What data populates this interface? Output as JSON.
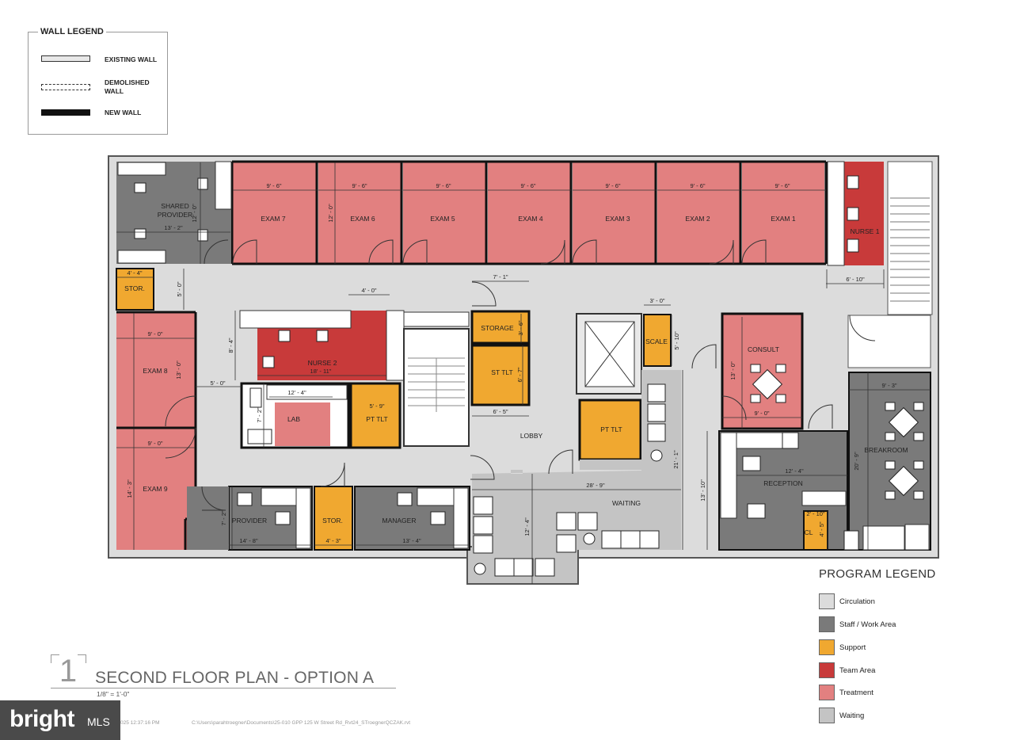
{
  "wall_legend": {
    "title": "WALL LEGEND",
    "existing": "EXISTING WALL",
    "demolished_1": "DEMOLISHED",
    "demolished_2": "WALL",
    "new": "NEW WALL"
  },
  "program_legend": {
    "title": "PROGRAM LEGEND",
    "items": [
      {
        "label": "Circulation",
        "color": "#dcdcdc"
      },
      {
        "label": "Staff / Work Area",
        "color": "#7a7a7a"
      },
      {
        "label": "Support",
        "color": "#f0a830"
      },
      {
        "label": "Team Area",
        "color": "#c83a3a"
      },
      {
        "label": "Treatment",
        "color": "#e28080"
      },
      {
        "label": "Waiting",
        "color": "#c4c4c4"
      }
    ]
  },
  "title_block": {
    "number": "1",
    "title": "SECOND FLOOR PLAN - OPTION A",
    "scale": "1/8\" = 1'-0\"",
    "date": "025 12:37:16 PM",
    "path": "C:\\Users\\parahtroegner\\Documents\\25-010 GPP 125 W Street Rd_Rvt24_STroegnerQCZAK.rvt"
  },
  "logo": {
    "brand": "bright",
    "suffix": "MLS"
  },
  "rooms": {
    "exam1": "EXAM 1",
    "exam2": "EXAM 2",
    "exam3": "EXAM 3",
    "exam4": "EXAM 4",
    "exam5": "EXAM 5",
    "exam6": "EXAM 6",
    "exam7": "EXAM 7",
    "exam8": "EXAM 8",
    "exam9": "EXAM 9",
    "nurse1": "NURSE 1",
    "nurse2": "NURSE 2",
    "shared_1": "SHARED",
    "shared_2": "PROVIDER",
    "stor": "STOR.",
    "storage": "STORAGE",
    "st_tlt": "ST TLT",
    "pt_tlt": "PT TLT",
    "lab": "LAB",
    "lobby": "LOBBY",
    "scale": "SCALE",
    "consult": "CONSULT",
    "breakroom": "BREAKROOM",
    "reception": "RECEPTION",
    "waiting": "WAITING",
    "provider": "PROVIDER",
    "manager": "MANAGER",
    "cl": "CL"
  },
  "dims": {
    "d9_6": "9' - 6\"",
    "d12_0": "12' - 0\"",
    "d13_2": "13' - 2\"",
    "d4_4": "4' - 4\"",
    "d5_0": "5' - 0\"",
    "d4_0": "4' - 0\"",
    "d7_1": "7' - 1\"",
    "d3_0": "3' - 0\"",
    "d6_10": "6' - 10\"",
    "d8_4": "8' - 4\"",
    "d18_11": "18' - 11\"",
    "d9_0": "9' - 0\"",
    "d13_0": "13' - 0\"",
    "d12_4": "12' - 4\"",
    "d7_2": "7' - 2\"",
    "d5_9": "5' - 9\"",
    "d3_6": "3' - 6\"",
    "d6_7": "6' - 7\"",
    "d6_5": "6' - 5\"",
    "d5_10": "5' - 10\"",
    "d9_3": "9' - 3\"",
    "d20_9": "20' - 9\"",
    "d14_3": "14' - 3\"",
    "d21_1": "21' - 1\"",
    "d13_10": "13' - 10\"",
    "d28_9": "28' - 9\"",
    "d14_8": "14' - 8\"",
    "d4_3": "4' - 3\"",
    "d13_4": "13' - 4\"",
    "d2_10": "2' - 10\"",
    "d4_5": "4' - 5\""
  }
}
